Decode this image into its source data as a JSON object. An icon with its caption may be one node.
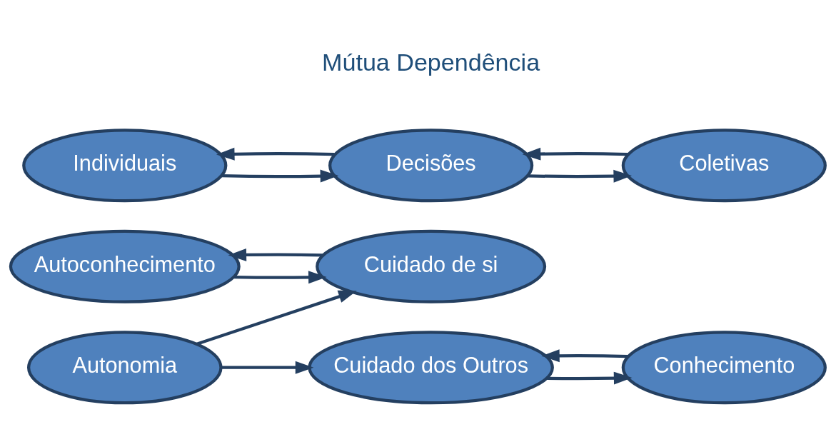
{
  "diagram": {
    "nodes": [
      {
        "text": [
          "Autoconhecimento"
        ]
      },
      {
        "text": [
          "Cuidado de si"
        ]
      },
      {
        "text": [
          "Individuais"
        ]
      },
      {
        "text": [
          "Autonomia"
        ]
      },
      {
        "text": [
          "Decisões"
        ]
      },
      {
        "text": [
          "Coletivas"
        ]
      },
      {
        "text": [
          "Cuidado dos Outros"
        ]
      },
      {
        "text": [
          "Conhecimento"
        ]
      }
    ],
    "edges": [
      {
        "from": 3,
        "to": 1,
        "arrow": "to"
      },
      {
        "from": 3,
        "to": 6,
        "arrow": "to"
      },
      {
        "from": 0,
        "to": 1,
        "arrow": "to"
      },
      {
        "from": 1,
        "to": 0,
        "arrow": "to"
      },
      {
        "from": 2,
        "to": 4,
        "arrow": "to"
      },
      {
        "from": 4,
        "to": 2,
        "arrow": "to"
      },
      {
        "from": 4,
        "to": 5,
        "arrow": "to"
      },
      {
        "from": 5,
        "to": 4,
        "arrow": "to"
      },
      {
        "from": 6,
        "to": 7,
        "arrow": "to"
      },
      {
        "from": 7,
        "to": 6,
        "arrow": "to"
      }
    ],
    "labels": [
      "Mútua Dependência"
    ]
  }
}
